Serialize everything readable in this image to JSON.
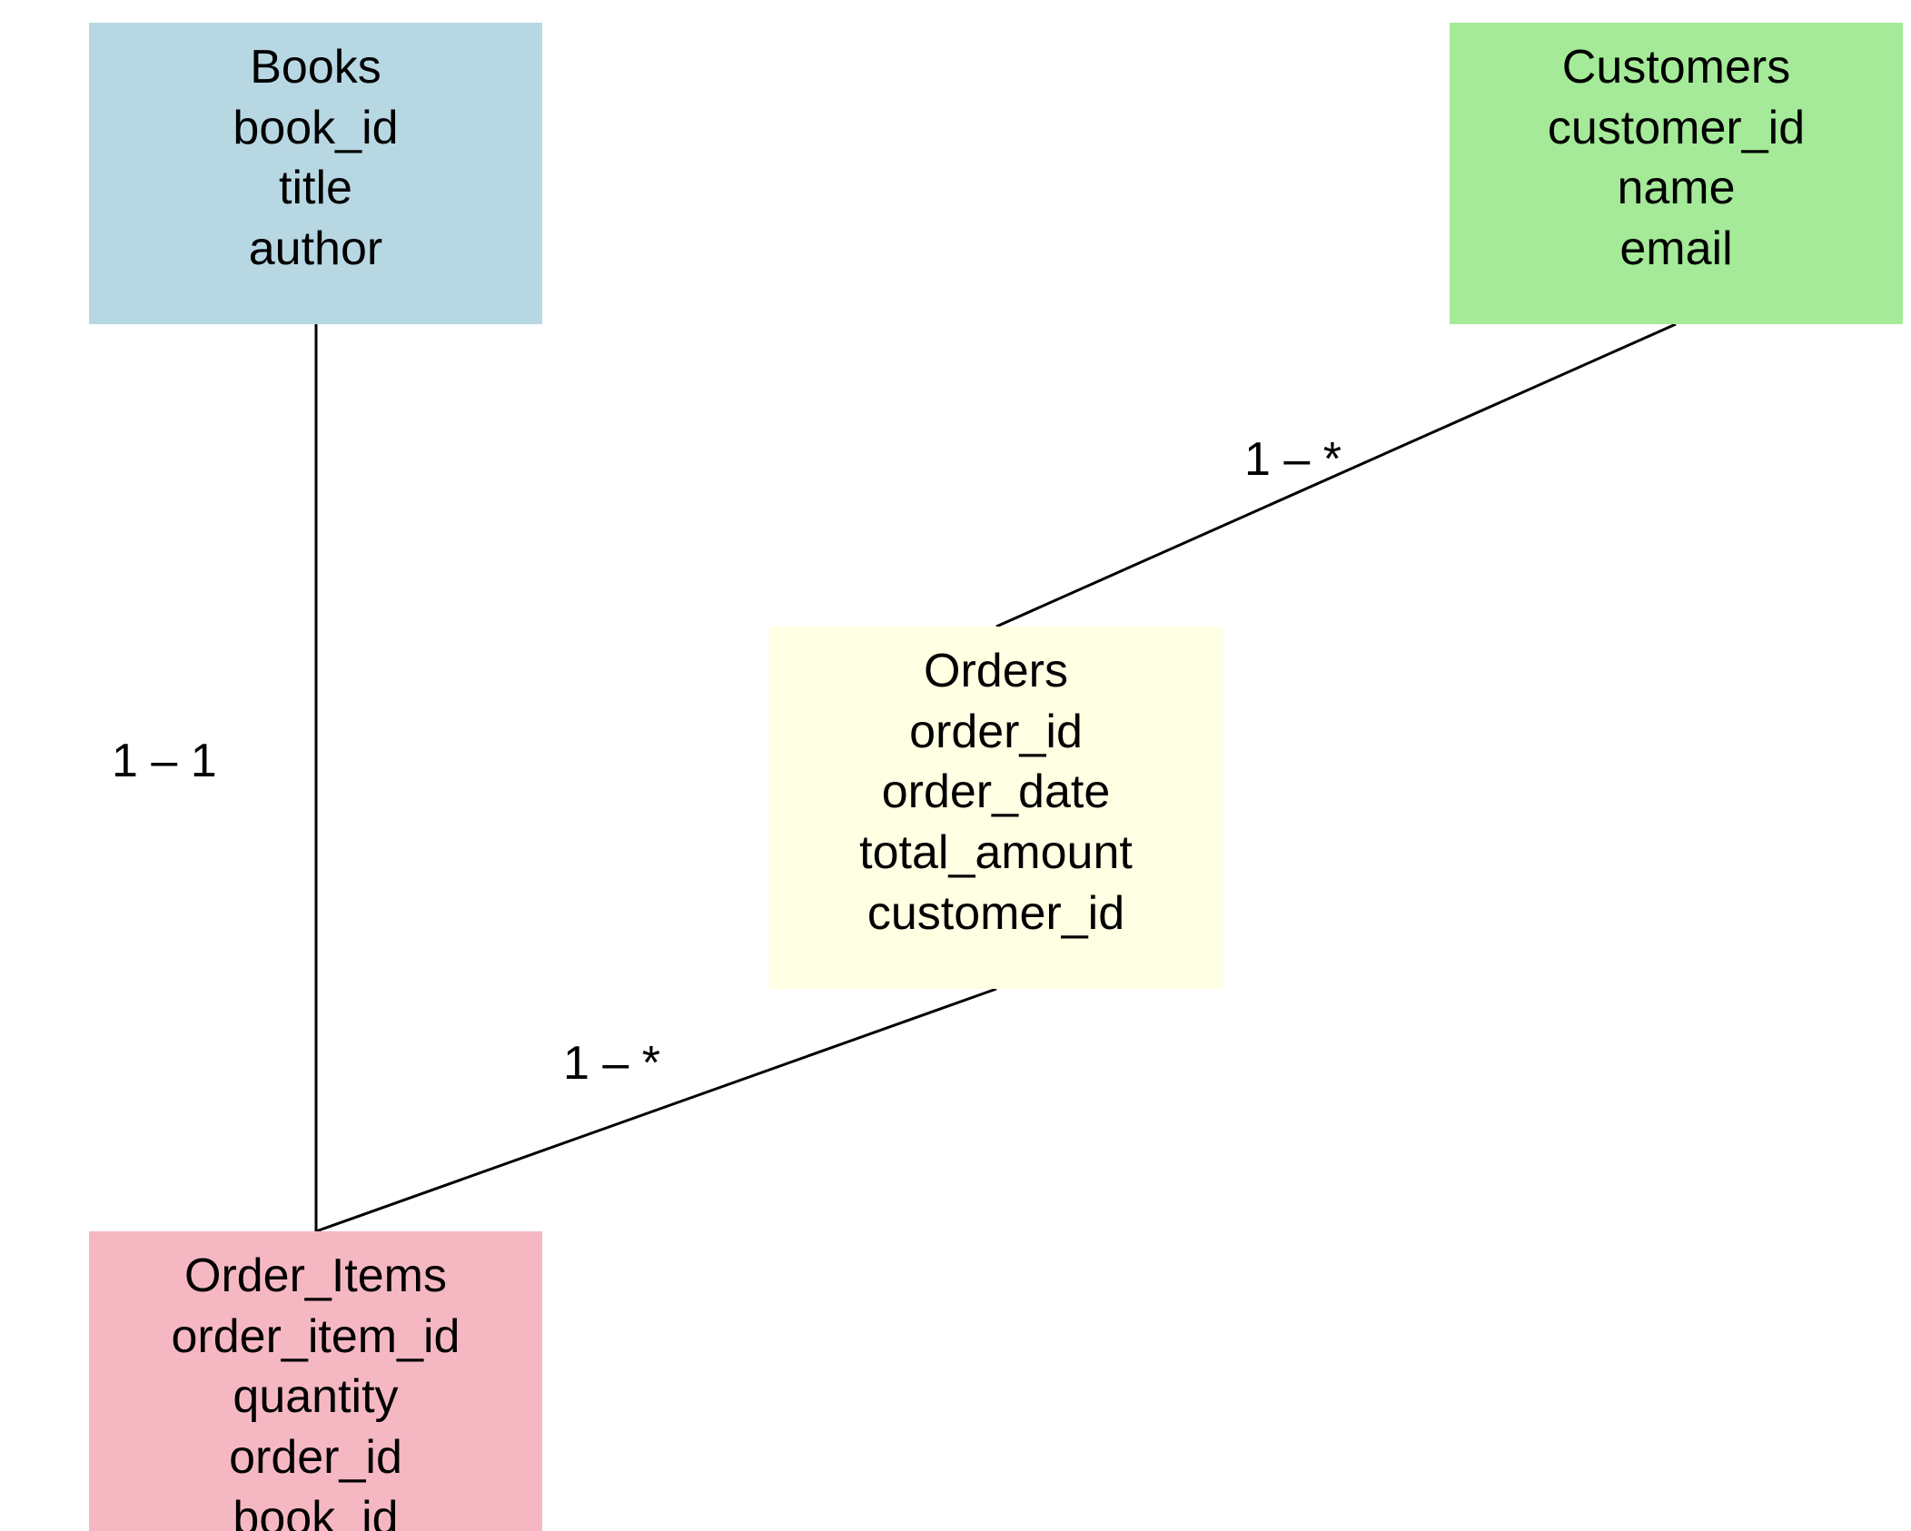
{
  "diagram": {
    "entities": [
      {
        "id": "books",
        "title": "Books",
        "fields": [
          "book_id",
          "title",
          "author"
        ],
        "color": "#b7d8e3"
      },
      {
        "id": "customers",
        "title": "Customers",
        "fields": [
          "customer_id",
          "name",
          "email"
        ],
        "color": "#a5ea98"
      },
      {
        "id": "orders",
        "title": "Orders",
        "fields": [
          "order_id",
          "order_date",
          "total_amount",
          "customer_id"
        ],
        "color": "#ffffe3"
      },
      {
        "id": "order_items",
        "title": "Order_Items",
        "fields": [
          "order_item_id",
          "quantity",
          "order_id",
          "book_id"
        ],
        "color": "#f5b8c3"
      }
    ],
    "relationships": [
      {
        "from": "books",
        "to": "order_items",
        "cardinality": "1 – 1"
      },
      {
        "from": "customers",
        "to": "orders",
        "cardinality": "1 – *"
      },
      {
        "from": "orders",
        "to": "order_items",
        "cardinality": "1 – *"
      }
    ],
    "line_color": "#000000"
  }
}
